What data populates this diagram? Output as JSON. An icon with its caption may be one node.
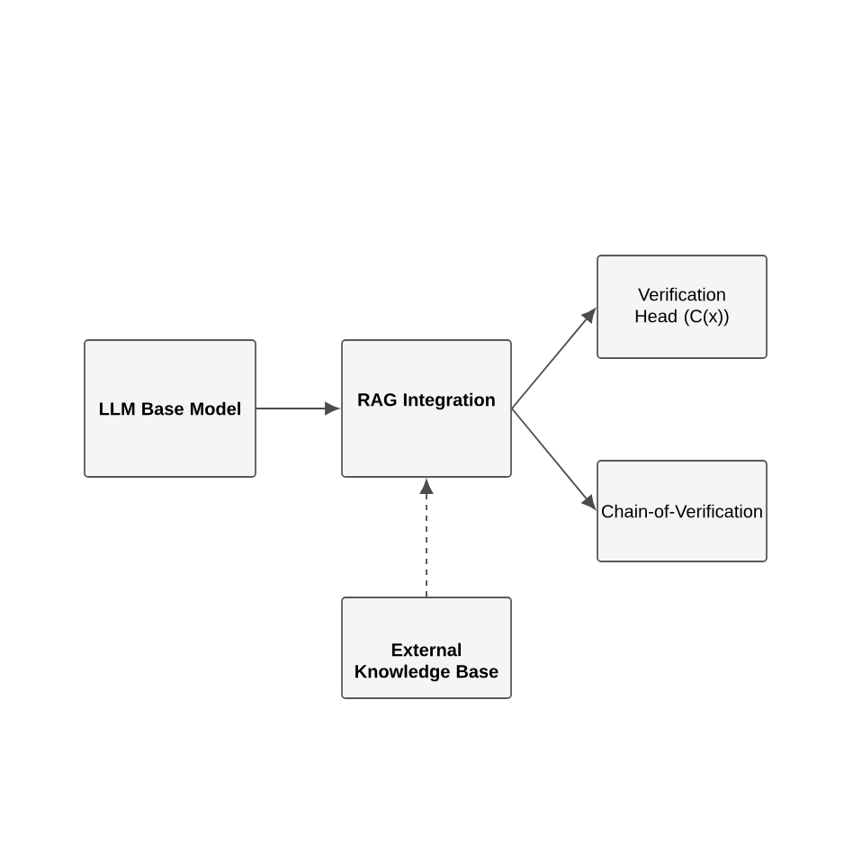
{
  "diagram": {
    "nodes": [
      {
        "text": [
          "LLM Base Model"
        ]
      },
      {
        "text": [
          "RAG Integration"
        ]
      },
      {
        "text": [
          "Verification Head (C(x))"
        ]
      },
      {
        "text": [
          "Chain-of-Verification"
        ]
      },
      {
        "text": [
          "External Knowledge Base"
        ]
      }
    ],
    "edges": [
      {
        "from": 0,
        "to": 1,
        "arrow": "to"
      },
      {
        "from": 1,
        "to": 2,
        "arrow": "to"
      },
      {
        "from": 1,
        "to": 3,
        "arrow": "to"
      },
      {
        "from": 4,
        "to": 1,
        "arrow": "to",
        "style": "dashed"
      }
    ]
  }
}
